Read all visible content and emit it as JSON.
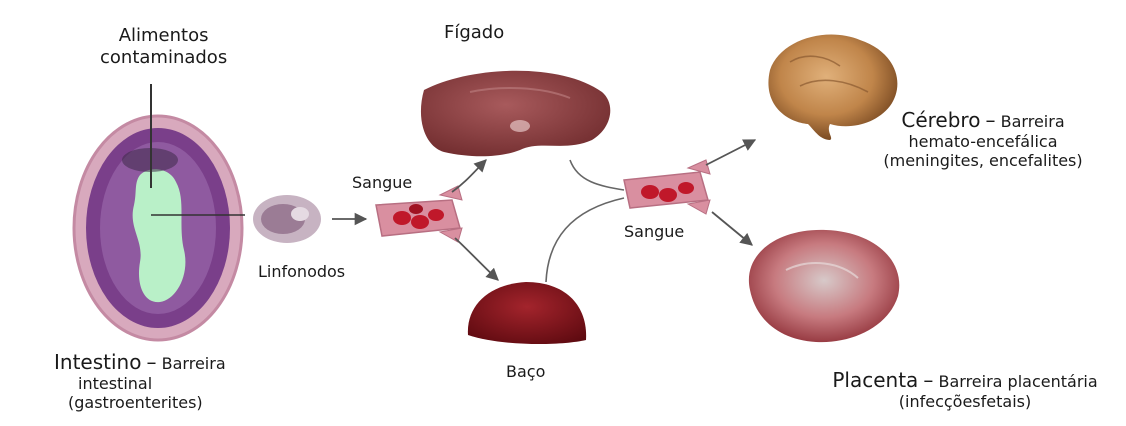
{
  "food": {
    "line1": "Alimentos",
    "line2": "contaminados"
  },
  "intestine": {
    "name": "Intestino",
    "dash": "–",
    "barrier_a": "Barreira",
    "barrier_b": "intestinal",
    "disease": "(gastroenterites)"
  },
  "lymph": {
    "label": "Linfonodos"
  },
  "blood1": {
    "label": "Sangue"
  },
  "liver": {
    "label": "Fígado"
  },
  "spleen": {
    "label": "Baço"
  },
  "blood2": {
    "label": "Sangue"
  },
  "brain": {
    "name": "Cérebro",
    "dash": "–",
    "barrier_a": "Barreira",
    "barrier_b": "hemato-encefálica",
    "disease": "(meningites, encefalites)"
  },
  "placenta": {
    "name": "Placenta",
    "dash": "–",
    "barrier": "Barreira placentária",
    "disease": "(infecçõesfetais)"
  },
  "colors": {
    "intestine_outer": "#c98aa6",
    "intestine_tissue": "#7a3f8a",
    "intestine_lumen": "#b9f0c8",
    "blood_vessel": "#d98fa0",
    "blood_cells": "#c0182a",
    "liver": "#8a3a3c",
    "spleen": "#7a0f16",
    "brain": "#c0854a",
    "placenta": "#c77a7f",
    "arrow": "#555555"
  }
}
